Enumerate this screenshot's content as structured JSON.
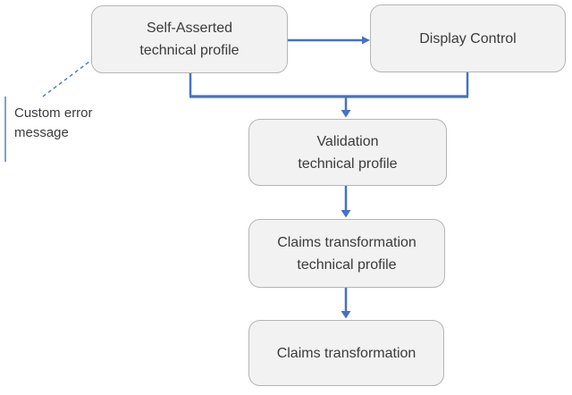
{
  "diagram": {
    "nodes": {
      "self_asserted": {
        "label": "Self-Asserted\ntechnical profile"
      },
      "display_control": {
        "label": "Display Control"
      },
      "validation": {
        "label": "Validation\ntechnical profile"
      },
      "claims_transformation_tp": {
        "label": "Claims transformation\ntechnical profile"
      },
      "claims_transformation": {
        "label": "Claims transformation"
      }
    },
    "callout": {
      "label": "Custom error\nmessage"
    }
  },
  "colors": {
    "connector_blue": "#4472C4",
    "node_fill": "#F2F2F2",
    "node_border": "#B5B5B5",
    "text_color": "#3B3B3B",
    "callout_line": "#7DA0D8",
    "background": "#FFFFFF"
  }
}
